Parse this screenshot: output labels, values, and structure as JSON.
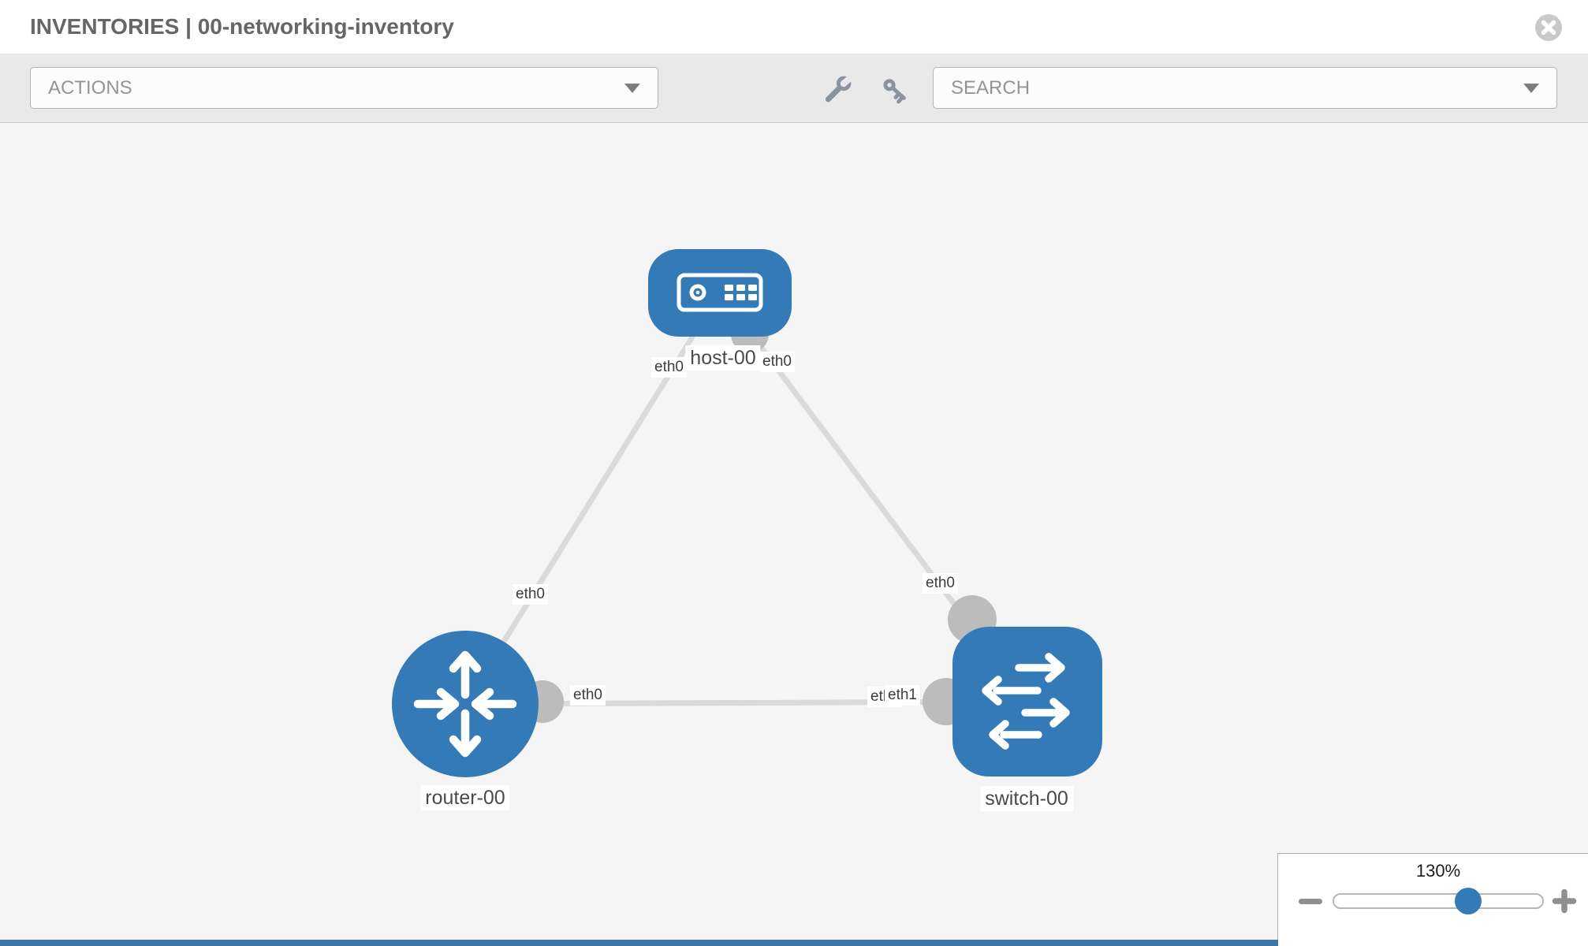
{
  "header": {
    "title": "INVENTORIES | 00-networking-inventory"
  },
  "toolbar": {
    "actions_label": "ACTIONS",
    "search_label": "SEARCH"
  },
  "topology": {
    "nodes": [
      {
        "label": "host-00",
        "type": "host"
      },
      {
        "label": "router-00",
        "type": "router"
      },
      {
        "label": "switch-00",
        "type": "switch"
      }
    ],
    "interface_labels": {
      "host_eth_left": "eth0",
      "host_eth_right": "eth0",
      "link_host_router": "eth0",
      "link_host_switch": "eth0",
      "router_eth": "eth0",
      "switch_eth_back": "eth0",
      "switch_eth_front": "eth1"
    }
  },
  "zoom_control": {
    "value": "130%",
    "percent": 130
  },
  "colors": {
    "node_blue": "#337ab7",
    "link_gray": "#dadada",
    "connector_gray": "#bcbcbc",
    "canvas_bg": "#f5f5f5",
    "toolbar_bg": "#e9e9e9",
    "bottom_bar_blue": "#3d76a9",
    "icon_gray": "#8a939e"
  }
}
